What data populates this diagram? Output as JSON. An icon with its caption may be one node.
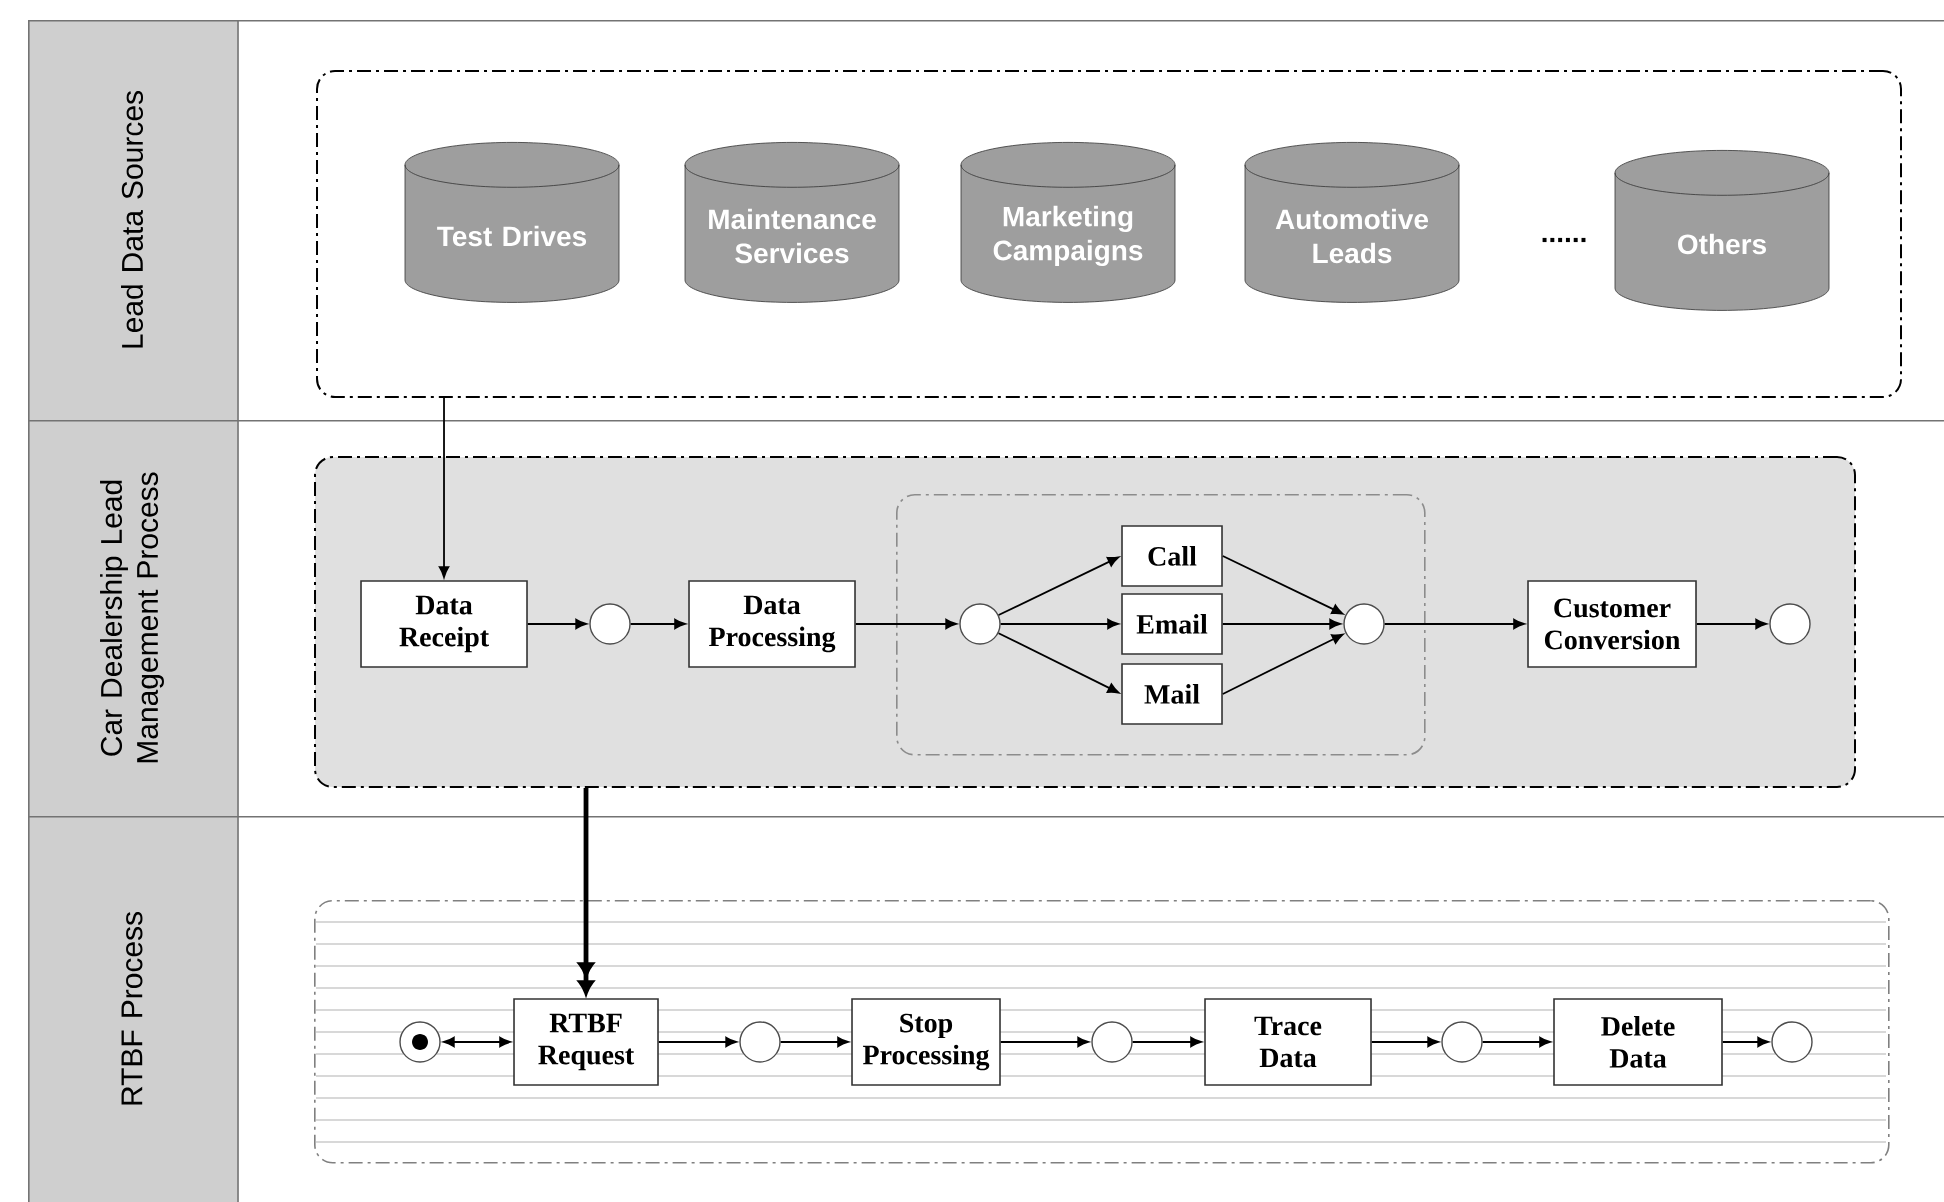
{
  "diagram": {
    "nodes": [
      {
        "text": [
          "Lead Data Sources"
        ]
      },
      {
        "text": [],
        "shape": "box",
        "in": 0
      },
      {
        "text": [
          "Test Drives"
        ],
        "in": 1
      },
      {
        "text": [
          "Maintenance Services"
        ],
        "in": 1
      },
      {
        "text": [
          "Marketing Campaigns"
        ],
        "in": 1
      },
      {
        "text": [
          "Automotive Leads"
        ],
        "in": 1
      },
      {
        "text": [
          "Others"
        ],
        "in": 1
      },
      {
        "text": [
          "Car Dealership Lead Management Process"
        ]
      },
      {
        "text": [],
        "shape": "box",
        "in": 7
      },
      {
        "text": [
          "Data Receipt"
        ],
        "in": 8
      },
      {
        "text": [],
        "shape": "circle",
        "in": 8
      },
      {
        "text": [
          "Data Processing"
        ],
        "in": 8
      },
      {
        "text": [],
        "shape": "box",
        "in": 8
      },
      {
        "text": [],
        "shape": "circle",
        "in": 12
      },
      {
        "text": [
          "Call"
        ],
        "in": 12
      },
      {
        "text": [
          "Email"
        ],
        "in": 12
      },
      {
        "text": [
          "Mail"
        ],
        "in": 12
      },
      {
        "text": [],
        "shape": "circle",
        "in": 12
      },
      {
        "text": [
          "Customer Conversion"
        ],
        "in": 8
      },
      {
        "text": [],
        "shape": "circle",
        "in": 8
      },
      {
        "text": [
          "RTBF Process"
        ]
      },
      {
        "text": [],
        "shape": "box",
        "in": 20
      },
      {
        "text": [],
        "shape": "circle",
        "in": 21
      },
      {
        "text": [
          "RTBF Request"
        ],
        "in": 21
      },
      {
        "text": [],
        "shape": "circle",
        "in": 21
      },
      {
        "text": [
          "Stop Processing"
        ],
        "in": 21
      },
      {
        "text": [],
        "shape": "circle",
        "in": 21
      },
      {
        "text": [
          "Trace Data"
        ],
        "in": 21
      },
      {
        "text": [],
        "shape": "circle",
        "in": 21
      },
      {
        "text": [
          "Delete Data"
        ],
        "in": 21
      },
      {
        "text": [],
        "shape": "circle",
        "in": 21
      }
    ],
    "edges": [
      {
        "from": 1,
        "to": 9,
        "arrow": "to"
      },
      {
        "from": 9,
        "to": 10,
        "arrow": "to"
      },
      {
        "from": 10,
        "to": 11,
        "arrow": "to"
      },
      {
        "from": 11,
        "to": 13,
        "arrow": "to"
      },
      {
        "from": 13,
        "to": 14,
        "arrow": "to"
      },
      {
        "from": 13,
        "to": 15,
        "arrow": "to"
      },
      {
        "from": 13,
        "to": 16,
        "arrow": "to"
      },
      {
        "from": 14,
        "to": 17,
        "arrow": "to"
      },
      {
        "from": 15,
        "to": 17,
        "arrow": "to"
      },
      {
        "from": 16,
        "to": 17,
        "arrow": "to"
      },
      {
        "from": 17,
        "to": 18,
        "arrow": "to"
      },
      {
        "from": 18,
        "to": 19,
        "arrow": "to"
      },
      {
        "from": 8,
        "to": 23,
        "arrow": "to",
        "style": "thick"
      },
      {
        "from": 22,
        "to": 23,
        "arrow": "both"
      },
      {
        "from": 23,
        "to": 24,
        "arrow": "to"
      },
      {
        "from": 24,
        "to": 25,
        "arrow": "to"
      },
      {
        "from": 25,
        "to": 26,
        "arrow": "to"
      },
      {
        "from": 26,
        "to": 27,
        "arrow": "to"
      },
      {
        "from": 27,
        "to": 28,
        "arrow": "to"
      },
      {
        "from": 28,
        "to": 29,
        "arrow": "to"
      },
      {
        "from": 29,
        "to": 30,
        "arrow": "to"
      }
    ],
    "labels": [
      "......"
    ]
  }
}
